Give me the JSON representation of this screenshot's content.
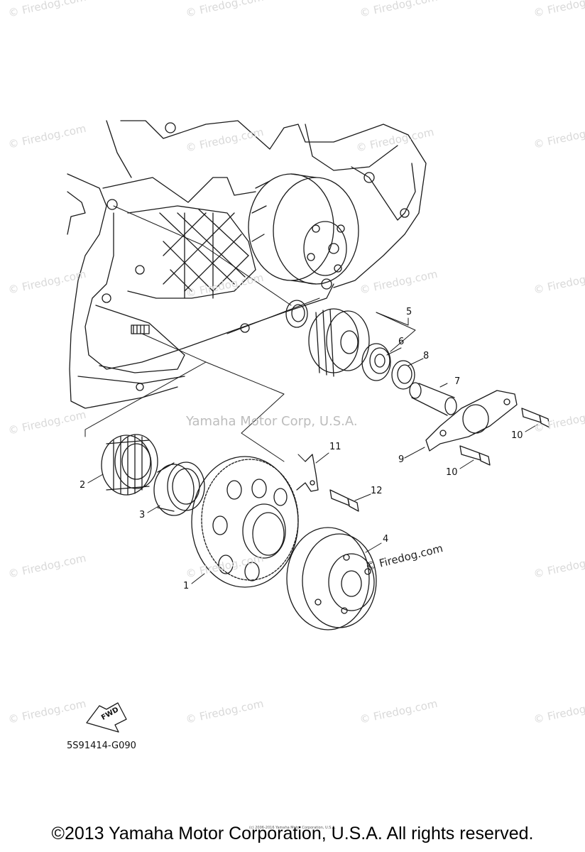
{
  "diagram_code": "5S91414-G090",
  "copyright": "©2013 Yamaha Motor Corporation, U.S.A. All rights reserved.",
  "fine_print": "(c) 2006-2016 Yamaha Motor Corporation, U.S.A.",
  "center_watermark": "Yamaha Motor Corp, U.S.A.",
  "firedog_label": "Firedog.com",
  "watermark_text": "© Firedog.com",
  "fwd_label": "FWD",
  "callouts": {
    "c1": "1",
    "c2": "2",
    "c3": "3",
    "c4": "4",
    "c5": "5",
    "c6": "6",
    "c7": "7",
    "c8": "8",
    "c9": "9",
    "c10a": "10",
    "c10b": "10",
    "c11": "11",
    "c12": "12"
  }
}
